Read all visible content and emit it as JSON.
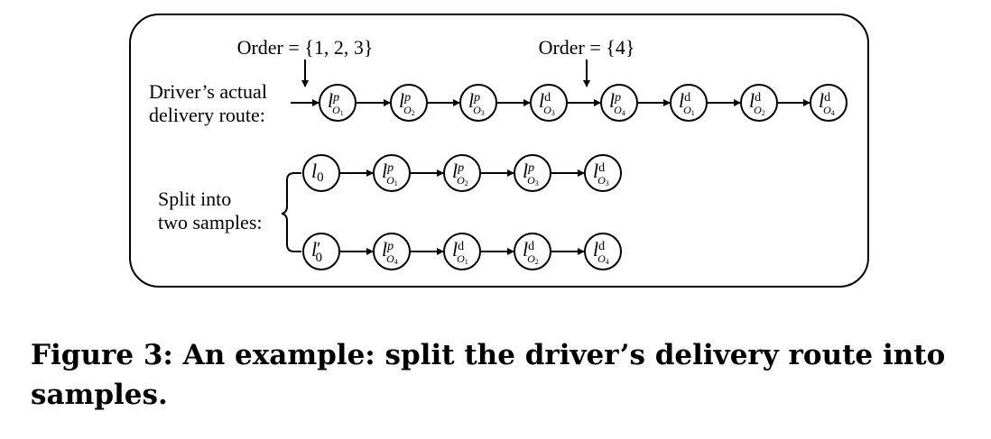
{
  "annotations": [
    {
      "text": "Order = {1, 2, 3}",
      "node": 0
    },
    {
      "text": "Order = {4}",
      "node": 4
    }
  ],
  "labels": {
    "actual_route": [
      "Driver’s actual",
      "delivery route:"
    ],
    "split": [
      "Split into",
      "two samples:"
    ]
  },
  "routes": {
    "actual": [
      {
        "base": "l",
        "sup": "p",
        "sub": "O",
        "subnum": "1"
      },
      {
        "base": "l",
        "sup": "p",
        "sub": "O",
        "subnum": "2"
      },
      {
        "base": "l",
        "sup": "p",
        "sub": "O",
        "subnum": "3"
      },
      {
        "base": "l",
        "sup": "d",
        "sub": "O",
        "subnum": "3"
      },
      {
        "base": "l",
        "sup": "p",
        "sub": "O",
        "subnum": "4"
      },
      {
        "base": "l",
        "sup": "d",
        "sub": "O",
        "subnum": "1"
      },
      {
        "base": "l",
        "sup": "d",
        "sub": "O",
        "subnum": "2"
      },
      {
        "base": "l",
        "sup": "d",
        "sub": "O",
        "subnum": "4"
      }
    ],
    "sample1": [
      {
        "base": "l",
        "sup": "",
        "sub": "0",
        "subnum": ""
      },
      {
        "base": "l",
        "sup": "p",
        "sub": "O",
        "subnum": "1"
      },
      {
        "base": "l",
        "sup": "p",
        "sub": "O",
        "subnum": "2"
      },
      {
        "base": "l",
        "sup": "p",
        "sub": "O",
        "subnum": "3"
      },
      {
        "base": "l",
        "sup": "d",
        "sub": "O",
        "subnum": "3"
      }
    ],
    "sample2": [
      {
        "base": "l",
        "sup": "′",
        "sub": "0",
        "subnum": ""
      },
      {
        "base": "l",
        "sup": "p",
        "sub": "O",
        "subnum": "4"
      },
      {
        "base": "l",
        "sup": "d",
        "sub": "O",
        "subnum": "1"
      },
      {
        "base": "l",
        "sup": "d",
        "sub": "O",
        "subnum": "2"
      },
      {
        "base": "l",
        "sup": "d",
        "sub": "O",
        "subnum": "4"
      }
    ]
  },
  "caption": "Figure 3: An example: split the driver’s delivery route into samples."
}
